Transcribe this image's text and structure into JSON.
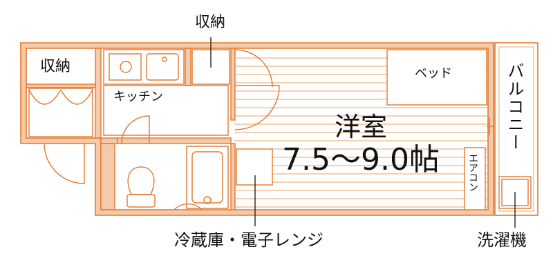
{
  "labels": {
    "storage_top": "収納",
    "storage_left": "収納",
    "kitchen": "キッチン",
    "bed": "ベッド",
    "balcony": "バルコニー",
    "room_name": "洋室",
    "room_size": "7.5〜9.0帖",
    "aircon": "エアコン",
    "fridge_microwave": "冷蔵庫・電子レンジ",
    "washer": "洗濯機"
  },
  "colors": {
    "wall_fill": "#f6c9a8",
    "line": "#e0782f",
    "floor_line": "#f0a060",
    "callout": "#222222"
  }
}
